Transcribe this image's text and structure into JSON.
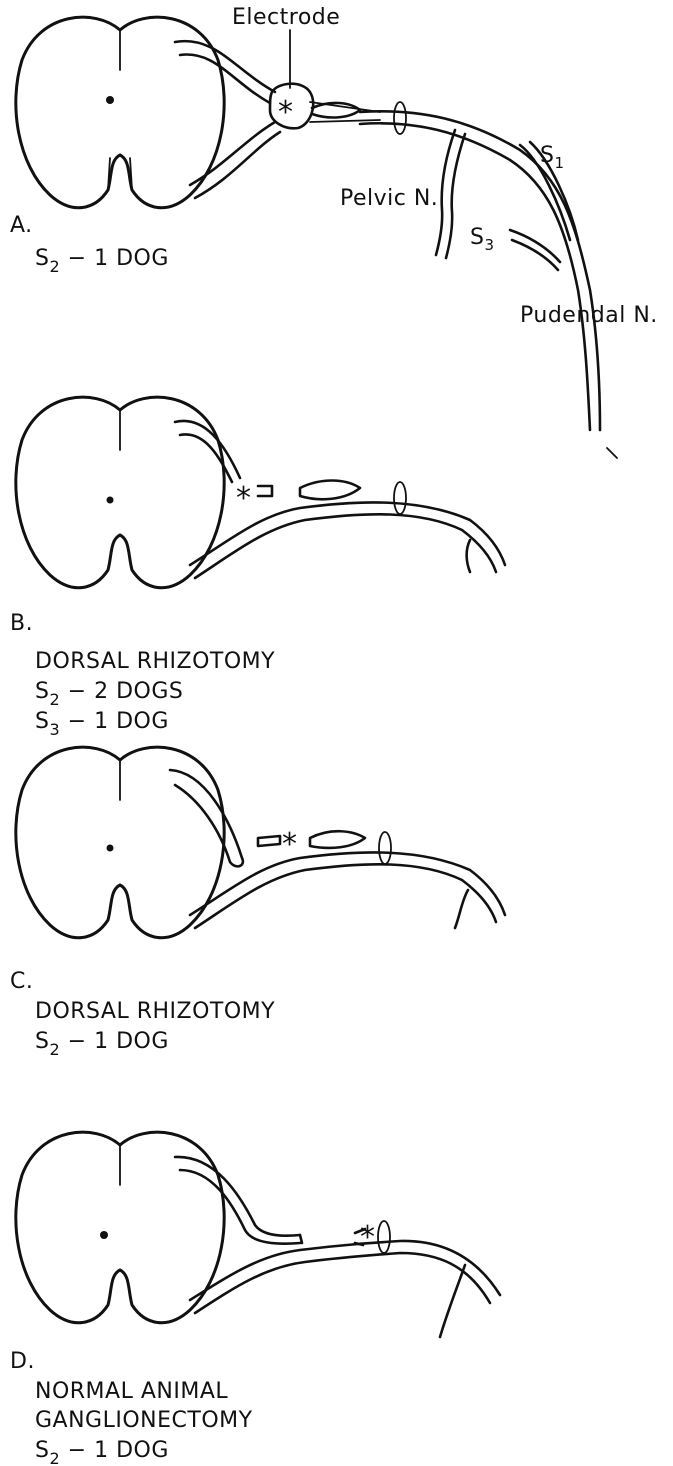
{
  "panel_a": {
    "letter": "A.",
    "electrode": "Electrode",
    "s1": "S",
    "s1_sub": "1",
    "s3": "S",
    "s3_sub": "3",
    "pelvic": "Pelvic N.",
    "pudendal": "Pudendal N.",
    "caption_s": "S",
    "caption_sub": "2",
    "caption_rest": " − 1 DOG"
  },
  "panel_b": {
    "letter": "B.",
    "procedure": "DORSAL RHIZOTOMY",
    "line1_s": "S",
    "line1_sub": "2",
    "line1_rest": " − 2 DOGS",
    "line2_s": "S",
    "line2_sub": "3",
    "line2_rest": " − 1 DOG"
  },
  "panel_c": {
    "letter": "C.",
    "procedure": "DORSAL RHIZOTOMY",
    "line1_s": "S",
    "line1_sub": "2",
    "line1_rest": " − 1 DOG"
  },
  "panel_d": {
    "letter": "D.",
    "line_a": "NORMAL ANIMAL",
    "line_b": "GANGLIONECTOMY",
    "line1_s": "S",
    "line1_sub": "2",
    "line1_rest": " − 1 DOG"
  }
}
